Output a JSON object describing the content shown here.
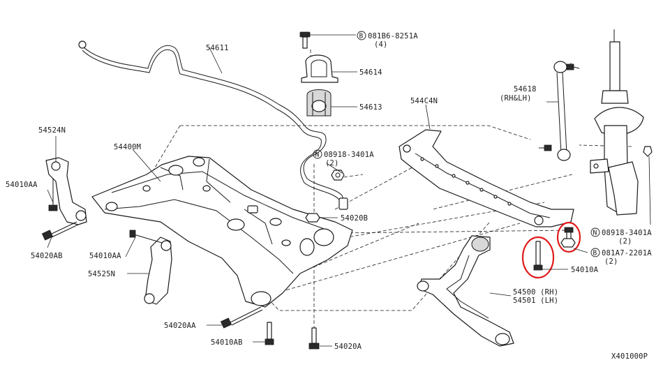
{
  "diagram": {
    "figure_code": "X401000P",
    "highlight_color": "#e01a1a",
    "line_color": "#1a1a1a",
    "labels": {
      "stabilizer_bar": "54611",
      "bolt_top": "081B6-8251A",
      "bolt_top_qty": "(4)",
      "bushing_clamp": "54614",
      "bushing": "54613",
      "nut_n": "08918-3401A",
      "nut_n_qty": "(2)",
      "stabilizer_link": "54618",
      "stabilizer_link_note": "(RH&LH)",
      "member_reinforce": "544C4N",
      "bracket_left": "54524N",
      "crossmember": "54400M",
      "bolt_left": "54010AA",
      "bolt_left2": "54020AB",
      "bolt_mid": "54010AA",
      "bracket_left2": "54525N",
      "nut_mid": "54020B",
      "nut_right": "08918-3401A",
      "nut_right_qty": "(2)",
      "bolt_right": "081A7-2201A",
      "bolt_right_qty": "(2)",
      "bolt_right2": "54010A",
      "lower_arm_rh": "54500 (RH)",
      "lower_arm_lh": "54501 (LH)",
      "bolt_bottom1": "54020AA",
      "bolt_bottom2": "54010AB",
      "bolt_bottom3": "54020A"
    },
    "circle_marks": {
      "b": "B",
      "n": "N"
    }
  }
}
